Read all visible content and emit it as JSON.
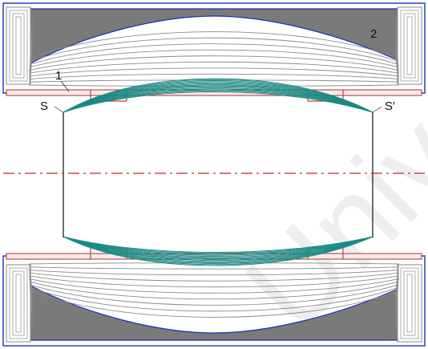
{
  "labels": {
    "label_1": "1",
    "label_2": "2",
    "label_s": "S",
    "label_s_prime": "S′"
  },
  "watermark": {
    "text": "Univer"
  },
  "colors": {
    "iron": "#7a7a7a",
    "outline": "#1b2fbf",
    "coil": "#c83a3a",
    "field_lines": "#8a8a8a",
    "beam": "#1a8a84",
    "axis": "#c0282a",
    "emitter": "#111111"
  },
  "icons": {
    "top_pole_piece": "magnetic-pole-piece",
    "bottom_pole_piece": "magnetic-pole-piece",
    "beam": "electron-beam-rays"
  }
}
